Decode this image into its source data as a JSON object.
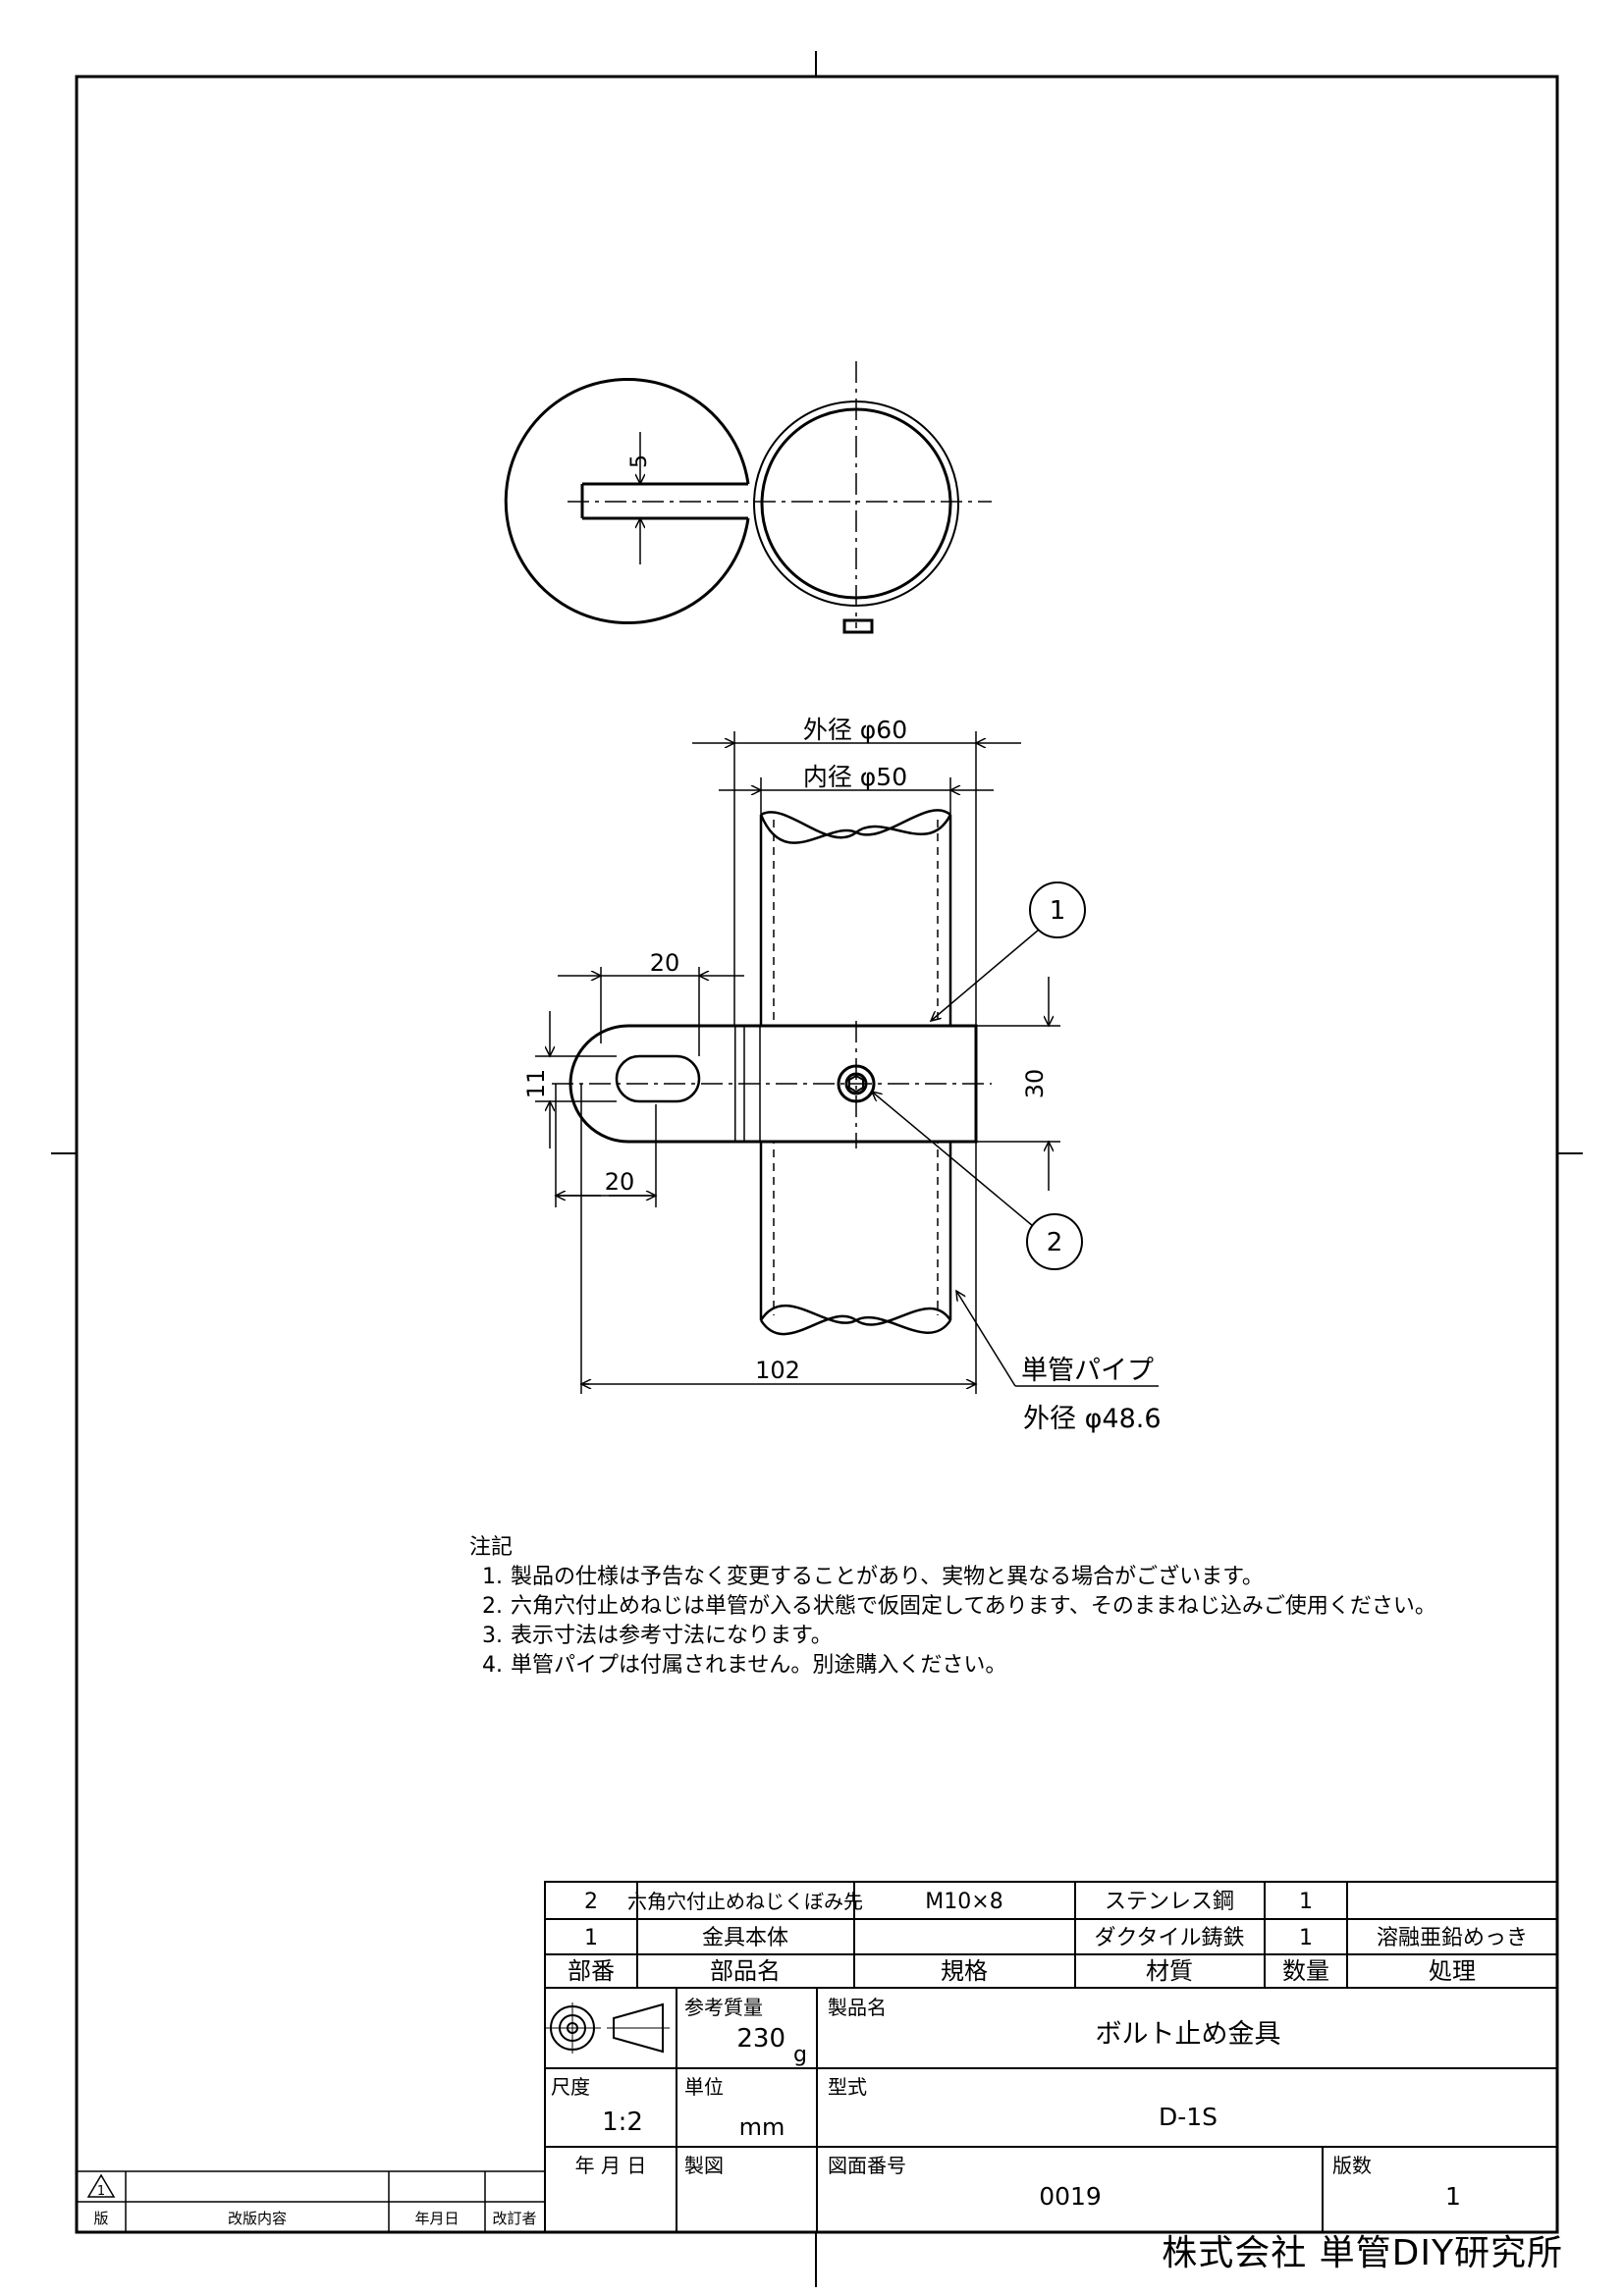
{
  "drawing": {
    "dims": {
      "outer_dia": "外径 φ60",
      "inner_dia": "内径 φ50",
      "thickness": "5",
      "slot_top": "20",
      "slot_bottom": "20",
      "slot_width": "11",
      "band_width": "30",
      "total_len": "102"
    },
    "balloons": [
      "1",
      "2"
    ],
    "pipe_label": "単管パイプ",
    "pipe_dia": "外径 φ48.6"
  },
  "notes": {
    "title": "注記",
    "items": [
      {
        "n": "1.",
        "text": "製品の仕様は予告なく変更することがあり、実物と異なる場合がございます。"
      },
      {
        "n": "2.",
        "text": "六角穴付止めねじは単管が入る状態で仮固定してあります、そのままねじ込みご使用ください。"
      },
      {
        "n": "3.",
        "text": "表示寸法は参考寸法になります。"
      },
      {
        "n": "4.",
        "text": "単管パイプは付属されません。別途購入ください。"
      }
    ]
  },
  "parts": {
    "rows": [
      {
        "no": "2",
        "name": "六角穴付止めねじくぼみ先",
        "spec": "M10×8",
        "material": "ステンレス鋼",
        "qty": "1",
        "treatment": ""
      },
      {
        "no": "1",
        "name": "金具本体",
        "spec": "",
        "material": "ダクタイル鋳鉄",
        "qty": "1",
        "treatment": "溶融亜鉛めっき"
      }
    ],
    "header": {
      "no": "部番",
      "name": "部品名",
      "spec": "規格",
      "material": "材質",
      "qty": "数量",
      "treatment": "処理"
    }
  },
  "title_block": {
    "mass_label": "参考質量",
    "mass_value": "230",
    "mass_unit": "g",
    "product_label": "製品名",
    "product_name": "ボルト止め金具",
    "scale_label": "尺度",
    "scale_value": "1:2",
    "unit_label": "単位",
    "unit_value": "mm",
    "model_label": "型式",
    "model_value": "D-1S",
    "date_label": "年 月 日",
    "drawn_label": "製図",
    "dwg_no_label": "図面番号",
    "dwg_no_value": "0019",
    "rev_label": "版数",
    "rev_value": "1"
  },
  "revision_block": {
    "mark": "1",
    "col_rev": "版",
    "col_content": "改版内容",
    "col_date": "年月日",
    "col_approved": "改訂者"
  },
  "company": "株式会社 単管DIY研究所"
}
